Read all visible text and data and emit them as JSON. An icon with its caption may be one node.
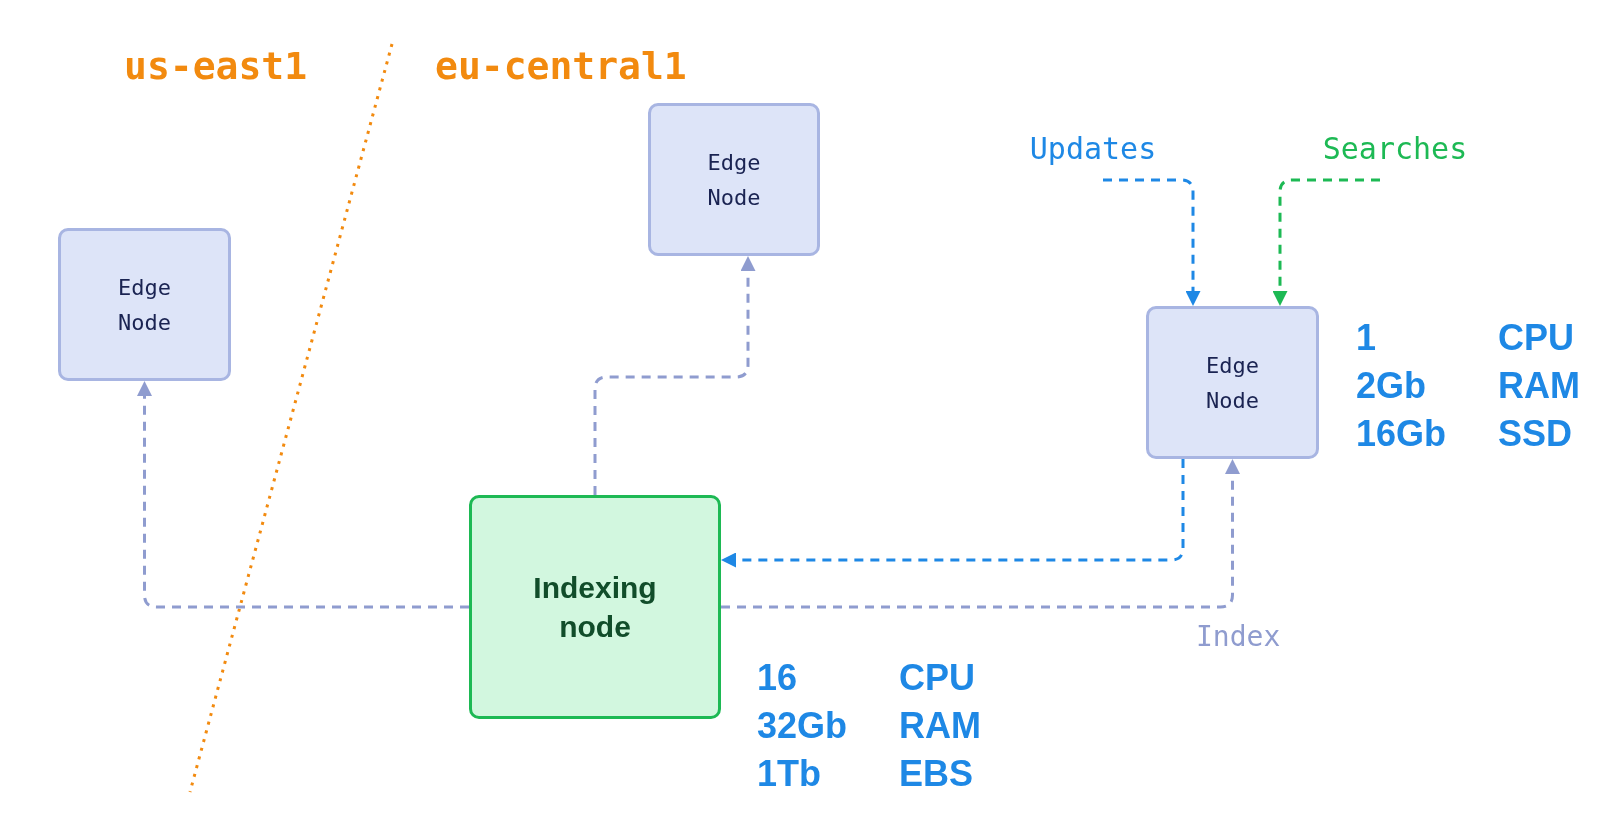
{
  "diagram": {
    "nodes": [
      {
        "text": [
          "Edge Node"
        ]
      },
      {
        "text": [
          "Edge Node"
        ]
      },
      {
        "text": [
          "Edge Node"
        ],
        "beside": [
          "1",
          "CPU",
          "2Gb",
          "RAM",
          "16Gb",
          "SSD"
        ]
      },
      {
        "text": [
          "Indexing node"
        ],
        "beside": [
          "16",
          "CPU",
          "32Gb",
          "RAM",
          "1Tb",
          "EBS"
        ]
      },
      {
        "text": [
          "Updates"
        ]
      },
      {
        "text": [
          "Searches"
        ]
      }
    ],
    "edges": [
      {
        "from": 3,
        "to": 0,
        "arrow": "to",
        "style": "dashed",
        "color": "#8f9ccf"
      },
      {
        "from": 3,
        "to": 1,
        "arrow": "to",
        "style": "dashed",
        "color": "#8f9ccf"
      },
      {
        "from": 3,
        "to": 2,
        "arrow": "to",
        "style": "dashed",
        "color": "#8f9ccf",
        "label": "Index"
      },
      {
        "from": 2,
        "to": 3,
        "arrow": "to",
        "style": "dashed",
        "color": "#1e88e5"
      },
      {
        "from": 4,
        "to": 2,
        "arrow": "to",
        "style": "dashed",
        "color": "#1e88e5"
      },
      {
        "from": 5,
        "to": 2,
        "arrow": "to",
        "style": "dashed",
        "color": "#1db954"
      }
    ],
    "labels": [
      "us-east1",
      "eu-central1"
    ]
  }
}
